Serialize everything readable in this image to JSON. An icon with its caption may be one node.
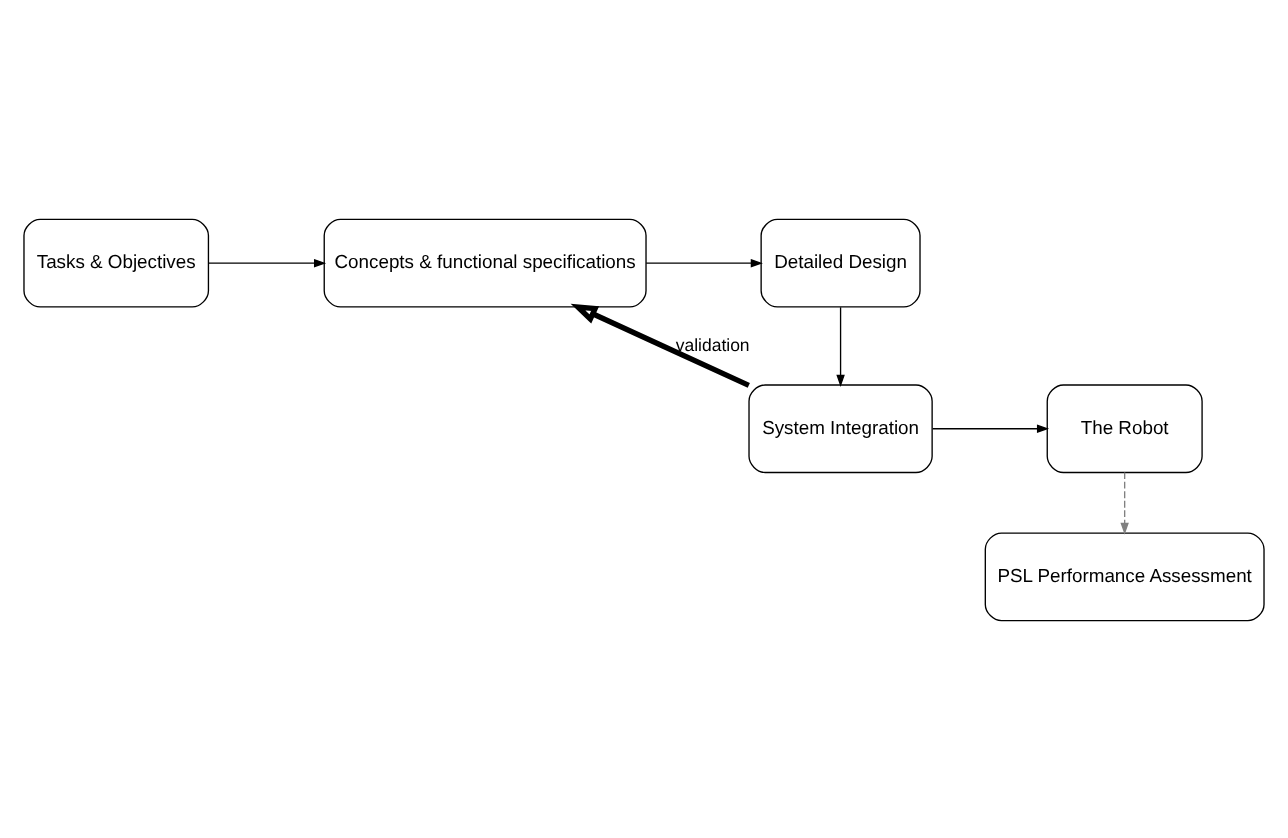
{
  "diagram": {
    "nodes": [
      {
        "text": [
          "Tasks & Objectives"
        ]
      },
      {
        "text": [
          "Concepts & functional specifications"
        ]
      },
      {
        "text": [
          "Detailed Design"
        ]
      },
      {
        "text": [
          "The Robot"
        ]
      },
      {
        "text": [
          "System Integration"
        ]
      },
      {
        "text": [
          "PSL Performance Assessment"
        ]
      }
    ],
    "edges": [
      {
        "from": 0,
        "to": 1,
        "arrow": "to"
      },
      {
        "from": 1,
        "to": 2,
        "arrow": "to"
      },
      {
        "from": 2,
        "to": 4,
        "arrow": "to"
      },
      {
        "from": 4,
        "to": 1,
        "arrow": "to",
        "label": "validation",
        "style": "thick"
      },
      {
        "from": 4,
        "to": 3,
        "arrow": "to"
      },
      {
        "from": 3,
        "to": 5,
        "arrow": "to",
        "style": "dashed",
        "color": "#808080"
      }
    ]
  }
}
